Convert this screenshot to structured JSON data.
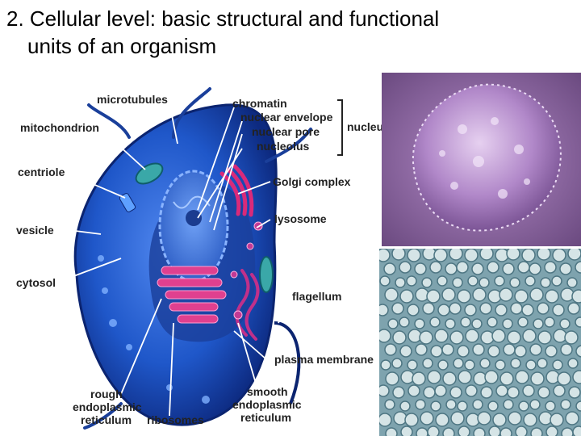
{
  "slide": {
    "title_line1": "2. Cellular level: basic structural and functional",
    "title_line2": "units of an organism"
  },
  "diagram": {
    "labels": {
      "microtubules": "microtubules",
      "mitochondrion": "mitochondrion",
      "centriole": "centriole",
      "vesicle": "vesicle",
      "cytosol": "cytosol",
      "chromatin": "chromatin",
      "nuclear_envelope": "nuclear envelope",
      "nuclear_pore": "nuclear pore",
      "nucleolus": "nucleolus",
      "nucleus": "nucleus",
      "golgi_complex": "Golgi complex",
      "lysosome": "lysosome",
      "flagellum": "flagellum",
      "plasma_membrane": "plasma membrane",
      "rough_er_1": "rough",
      "rough_er_2": "endoplasmic",
      "rough_er_3": "reticulum",
      "ribosomes": "ribosomes",
      "smooth_er_1": "smooth",
      "smooth_er_2": "endoplasmic",
      "smooth_er_3": "reticulum"
    },
    "colors": {
      "cell_blue": "#1f57c9",
      "cell_dark": "#0d2a80",
      "er_pink": "#e0408f",
      "golgi_pink": "#d92a7a",
      "micrograph_purple": "#a77bc0",
      "tissue_teal": "#7ea3ae"
    }
  },
  "images": {
    "top": "micrograph-cell-purple",
    "bottom": "micrograph-tissue-cells"
  }
}
